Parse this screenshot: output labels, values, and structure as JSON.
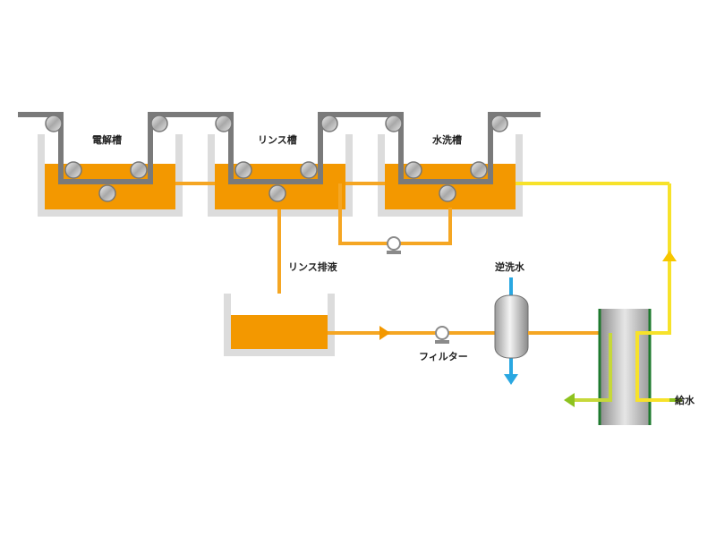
{
  "tanks": {
    "electrolysis": "電解槽",
    "rinse": "リンス槽",
    "water_wash": "水洗槽"
  },
  "labels": {
    "rinse_drain": "リンス排液",
    "filter": "フィルター",
    "backwash_water": "逆洗水",
    "feed_water": "給水"
  },
  "colors": {
    "liquid": "#f39800",
    "pipe_orange": "#f5a623",
    "pipe_yellow": "#f7e22a",
    "conveyor": "#7a7a7a",
    "tank_wall": "#d4d4d4",
    "membrane_green": "#1e7a2e",
    "feed_green": "#8dc21f",
    "backwash_blue": "#29a7e1"
  }
}
